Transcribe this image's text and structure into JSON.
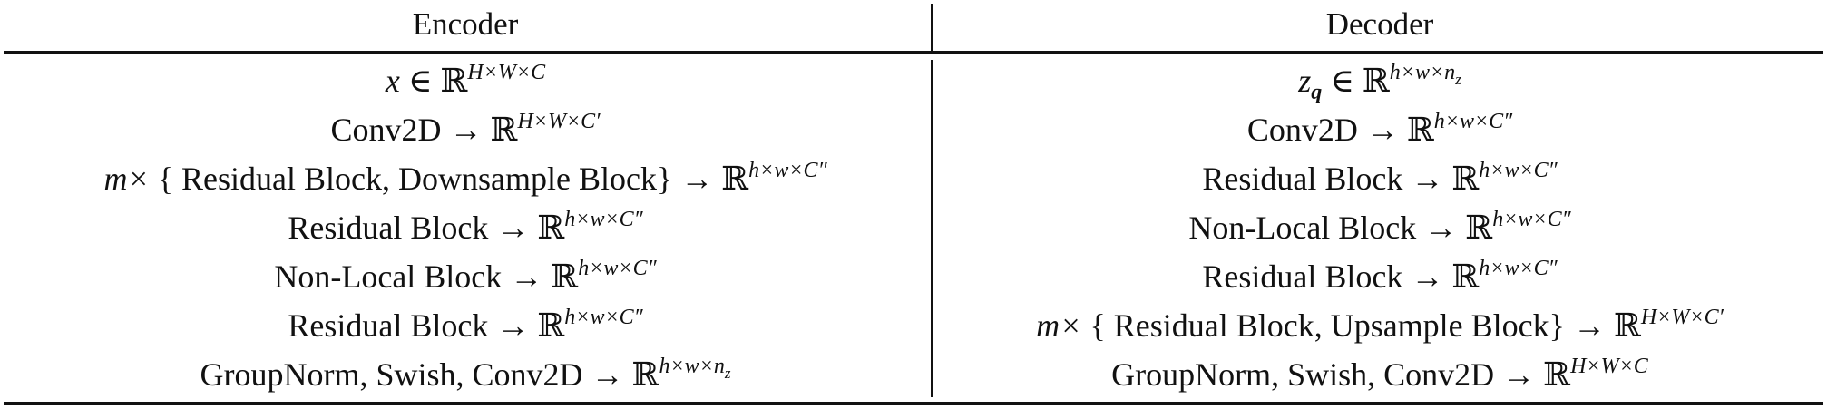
{
  "table": {
    "headers": {
      "encoder": "Encoder",
      "decoder": "Decoder"
    },
    "encoder_rows": [
      {
        "pre": "",
        "math_pre": "x",
        "op": "∈",
        "space": "ℝ",
        "sup": "H×W×C"
      },
      {
        "pre": "Conv2D",
        "math_pre": "",
        "op": "→",
        "space": "ℝ",
        "sup": "H×W×C′"
      },
      {
        "pre": "{ Residual Block, Downsample Block}",
        "math_pre": "m×",
        "op": "→",
        "space": "ℝ",
        "sup": "h×w×C″"
      },
      {
        "pre": "Residual Block",
        "math_pre": "",
        "op": "→",
        "space": "ℝ",
        "sup": "h×w×C″"
      },
      {
        "pre": "Non-Local Block",
        "math_pre": "",
        "op": "→",
        "space": "ℝ",
        "sup": "h×w×C″"
      },
      {
        "pre": "Residual Block",
        "math_pre": "",
        "op": "→",
        "space": "ℝ",
        "sup": "h×w×C″"
      },
      {
        "pre": "GroupNorm, Swish, Conv2D",
        "math_pre": "",
        "op": "→",
        "space": "ℝ",
        "sup": "h×w×n_z"
      }
    ],
    "decoder_rows": [
      {
        "pre": "",
        "math_pre": "z_q",
        "op": "∈",
        "space": "ℝ",
        "sup": "h×w×n_z"
      },
      {
        "pre": "Conv2D",
        "math_pre": "",
        "op": "→",
        "space": "ℝ",
        "sup": "h×w×C″"
      },
      {
        "pre": "Residual Block",
        "math_pre": "",
        "op": "→",
        "space": "ℝ",
        "sup": "h×w×C″"
      },
      {
        "pre": "Non-Local Block",
        "math_pre": "",
        "op": "→",
        "space": "ℝ",
        "sup": "h×w×C″"
      },
      {
        "pre": "Residual Block",
        "math_pre": "",
        "op": "→",
        "space": "ℝ",
        "sup": "h×w×C″"
      },
      {
        "pre": "{ Residual Block, Upsample Block}",
        "math_pre": "m×",
        "op": "→",
        "space": "ℝ",
        "sup": "H×W×C′"
      },
      {
        "pre": "GroupNorm, Swish, Conv2D",
        "math_pre": "",
        "op": "→",
        "space": "ℝ",
        "sup": "H×W×C"
      }
    ]
  }
}
